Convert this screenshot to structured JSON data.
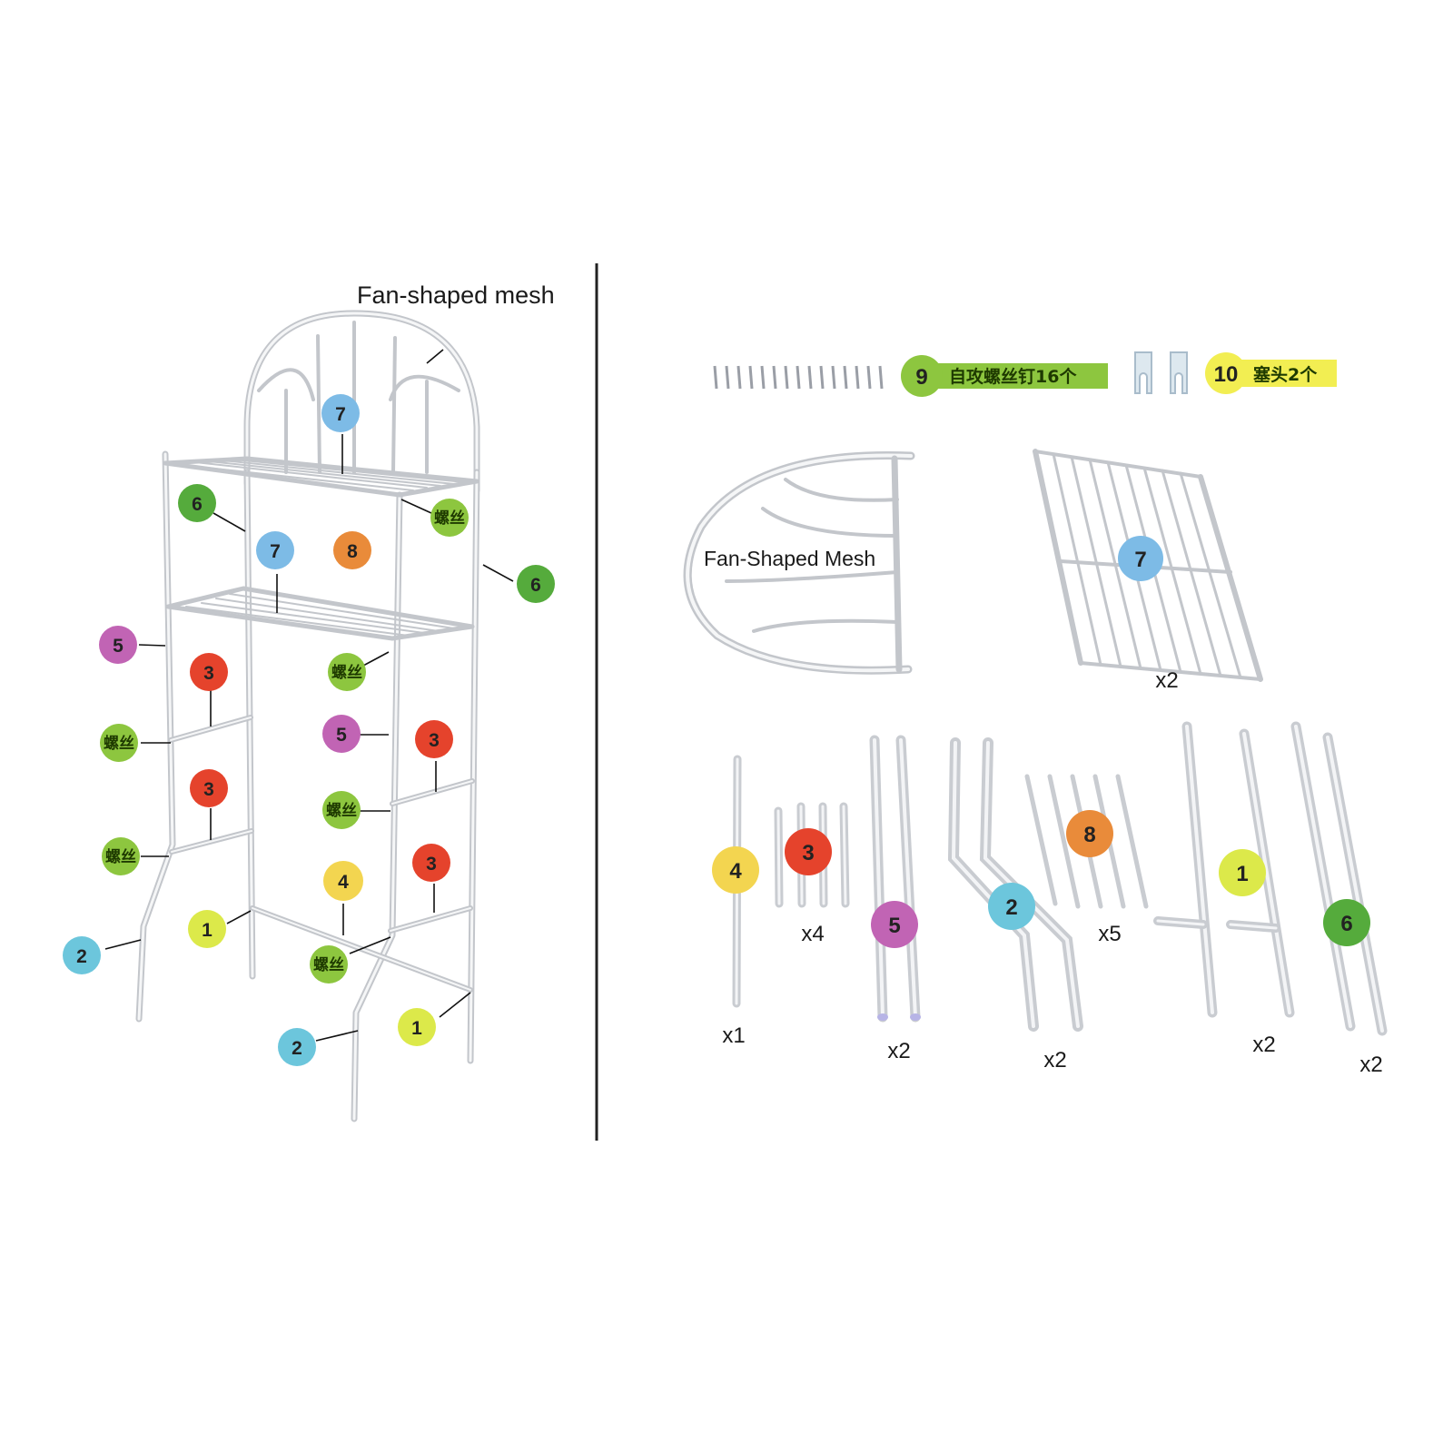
{
  "left_panel": {
    "fan_label": "Fan-shaped mesh",
    "screw_label": "螺丝",
    "badges": [
      "1",
      "2",
      "3",
      "4",
      "5",
      "6",
      "7",
      "8"
    ]
  },
  "right_panel": {
    "fan_label": "Fan-Shaped Mesh",
    "part9_number": "9",
    "part9_text": "自攻螺丝钉16个",
    "part10_number": "10",
    "part10_text": "塞头2个",
    "qty_shelf": "x2",
    "qty_part4": "x1",
    "qty_part3": "x4",
    "qty_part5": "x2",
    "qty_part2": "x2",
    "qty_part8": "x5",
    "qty_part1": "x2",
    "qty_part6": "x2"
  },
  "colors": {
    "p1": "#dce94a",
    "p2": "#6cc6dc",
    "p3": "#e5432c",
    "p4": "#f3d550",
    "p5": "#c164b4",
    "p6": "#55ab3c",
    "p7": "#7dbbe6",
    "p8": "#e98b3a",
    "screw": "#8dc63f",
    "p9_band": "#8dc63f",
    "p10_band": "#f2ee52"
  }
}
